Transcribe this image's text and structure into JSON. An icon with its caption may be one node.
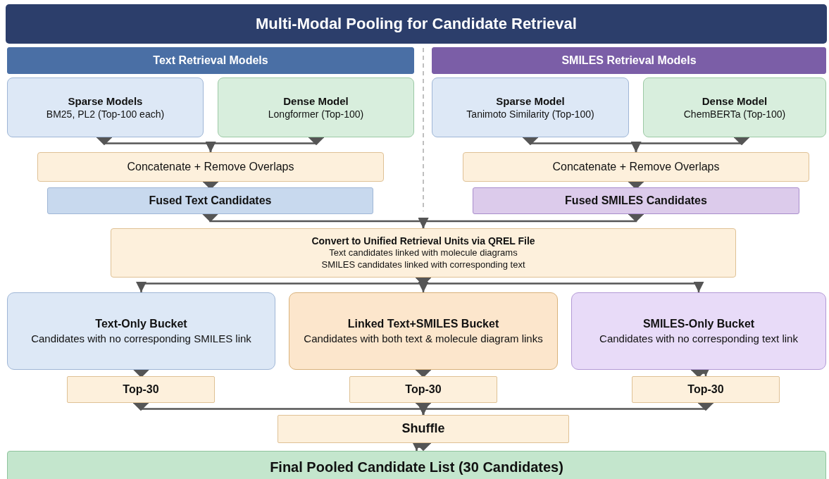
{
  "diagram": {
    "title": "Multi-Modal Pooling for Candidate Retrieval",
    "nodes": [
      {
        "text": [
          "Text Retrieval Models"
        ]
      },
      {
        "text": [
          "SMILES Retrieval Models"
        ]
      },
      {
        "text": [
          "Sparse Models",
          "BM25, PL2 (Top-100 each)"
        ]
      },
      {
        "text": [
          "Dense Model",
          "Longformer (Top-100)"
        ]
      },
      {
        "text": [
          "Concatenate + Remove Overlaps"
        ]
      },
      {
        "text": [
          "Fused Text Candidates"
        ]
      },
      {
        "text": [
          "Sparse Model",
          "Tanimoto Similarity (Top-100)"
        ]
      },
      {
        "text": [
          "Dense Model",
          "ChemBERTa (Top-100)"
        ]
      },
      {
        "text": [
          "Concatenate + Remove Overlaps"
        ]
      },
      {
        "text": [
          "Fused SMILES Candidates"
        ]
      },
      {
        "text": [
          "Convert to Unified Retrieval Units via QREL File",
          "Text candidates linked with molecule diagrams",
          "SMILES candidates linked with corresponding text"
        ]
      },
      {
        "text": [
          "Text-Only Bucket",
          "Candidates with no corresponding SMILES link"
        ]
      },
      {
        "text": [
          "Linked Text+SMILES Bucket",
          "Candidates with both text & molecule diagram links"
        ]
      },
      {
        "text": [
          "SMILES-Only Bucket",
          "Candidates with no corresponding text link"
        ]
      },
      {
        "text": [
          "Top-30"
        ]
      },
      {
        "text": [
          "Top-30"
        ]
      },
      {
        "text": [
          "Top-30"
        ]
      },
      {
        "text": [
          "Shuffle"
        ]
      },
      {
        "text": [
          "Final Pooled Candidate List (30 Candidates)"
        ]
      }
    ],
    "edges": [
      {
        "from": 2,
        "to": 4,
        "arrow": "to"
      },
      {
        "from": 3,
        "to": 4,
        "arrow": "to"
      },
      {
        "from": 4,
        "to": 5,
        "arrow": "to"
      },
      {
        "from": 6,
        "to": 8,
        "arrow": "to"
      },
      {
        "from": 7,
        "to": 8,
        "arrow": "to"
      },
      {
        "from": 8,
        "to": 9,
        "arrow": "to"
      },
      {
        "from": 5,
        "to": 10,
        "arrow": "to"
      },
      {
        "from": 9,
        "to": 10,
        "arrow": "to"
      },
      {
        "from": 10,
        "to": 11,
        "arrow": "to"
      },
      {
        "from": 10,
        "to": 12,
        "arrow": "to"
      },
      {
        "from": 10,
        "to": 13,
        "arrow": "to"
      },
      {
        "from": 11,
        "to": 14,
        "arrow": "to"
      },
      {
        "from": 12,
        "to": 15,
        "arrow": "to"
      },
      {
        "from": 13,
        "to": 16,
        "arrow": "to"
      },
      {
        "from": 14,
        "to": 17,
        "arrow": "to"
      },
      {
        "from": 15,
        "to": 17,
        "arrow": "to"
      },
      {
        "from": 16,
        "to": 17,
        "arrow": "to"
      },
      {
        "from": 17,
        "to": 18,
        "arrow": "to"
      }
    ]
  }
}
